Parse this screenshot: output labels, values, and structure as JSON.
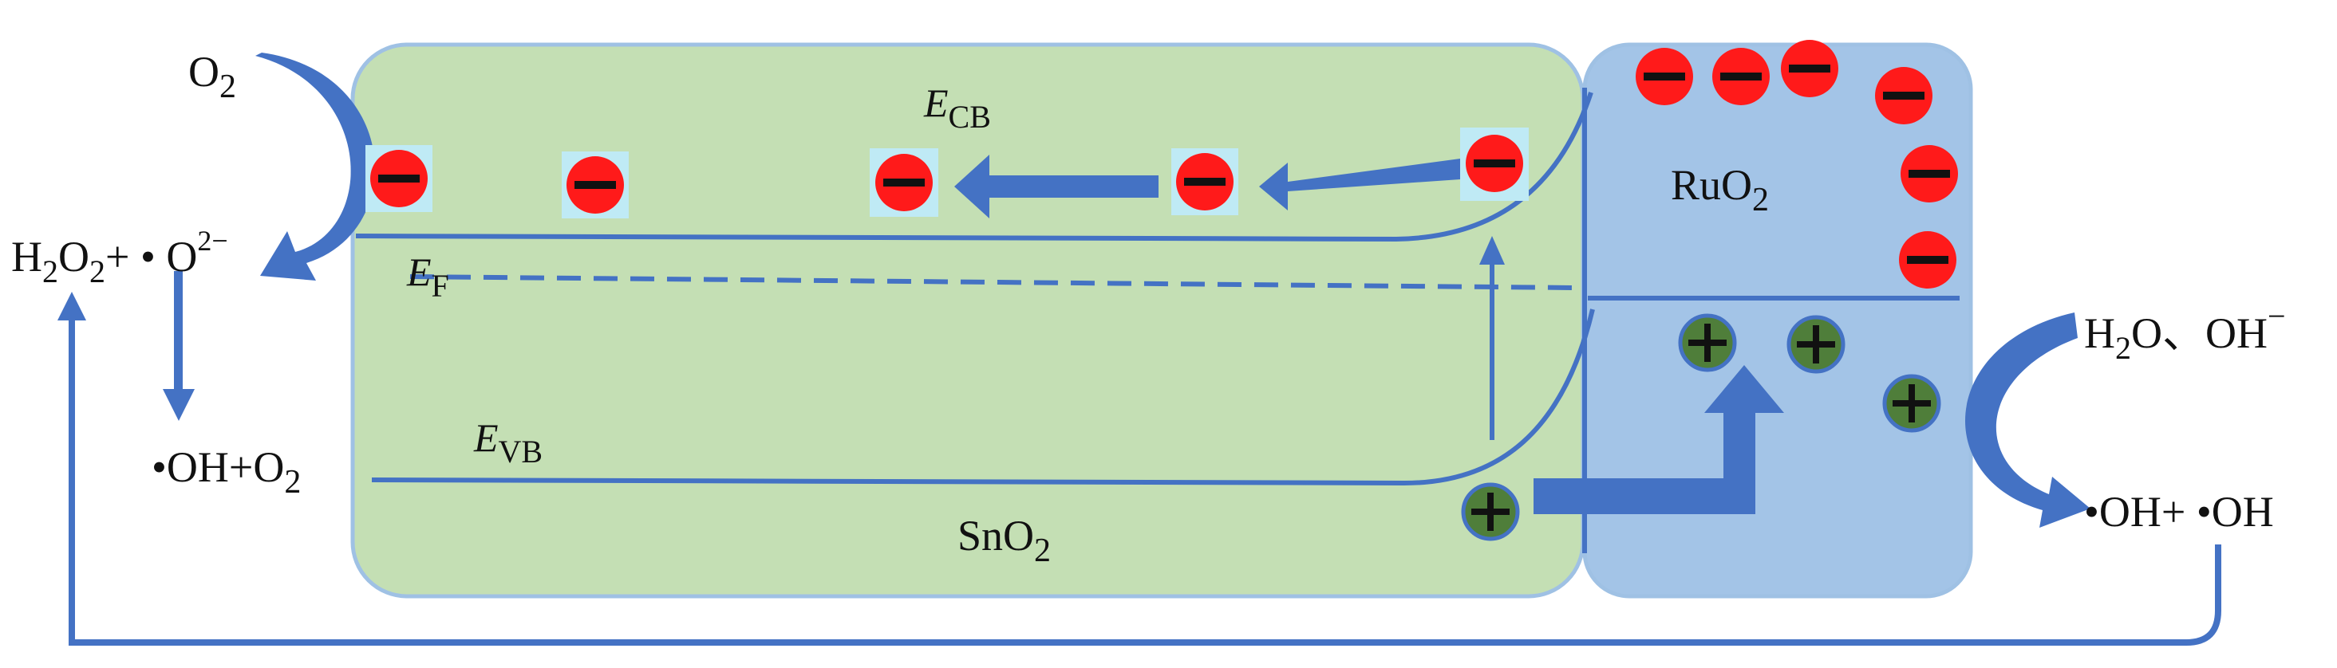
{
  "colors": {
    "sno2_fill": "#c4dfb4",
    "ruo2_fill": "#a3c4e7",
    "panel_border": "#9fc1e4",
    "band_line": "#4472c4",
    "arrow": "#4472c4",
    "electron_fill": "#ff1a1a",
    "electron_highlight": "#bfeaf5",
    "hole_fill": "#4f7e3a",
    "symbol": "#111111"
  },
  "labels": {
    "ecb_main": "E",
    "ecb_sub": "CB",
    "ef_main": "E",
    "ef_sub": "F",
    "evb_main": "E",
    "evb_sub": "VB",
    "sno2_main": "SnO",
    "sno2_sub": "2",
    "ruo2_main": "RuO",
    "ruo2_sub": "2",
    "o2_main": "O",
    "o2_sub": "2",
    "h2o2_h": "H",
    "h2o2_sub1": "2",
    "h2o2_o": "O",
    "h2o2_sub2": "2",
    "h2o2_rest": "+ • O",
    "superoxide_sup": "2−",
    "oh_o2_main": "•OH+O",
    "oh_o2_sub": "2",
    "h2o_h": "H",
    "h2o_sub": "2",
    "h2o_rest": "O、OH",
    "h2o_sup": "−",
    "oh_oh": "•OH+ •OH"
  },
  "icons": {
    "electron": "electron-minus-icon",
    "hole": "hole-plus-icon"
  }
}
